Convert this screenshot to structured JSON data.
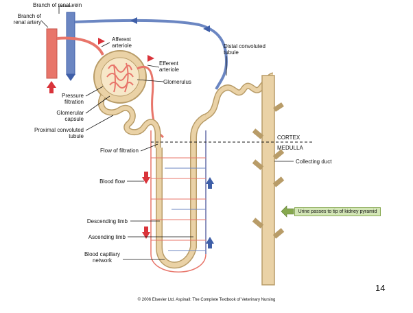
{
  "labels": {
    "renal_vein": "Branch of renal vein",
    "renal_artery_1": "Branch of",
    "renal_artery_2": "renal artery",
    "afferent_1": "Afferent",
    "afferent_2": "arteriole",
    "efferent_1": "Efferent",
    "efferent_2": "arteriole",
    "glomerulus": "Glomerulus",
    "pressure_1": "Pressure",
    "pressure_2": "filtration",
    "capsule_1": "Glomerular",
    "capsule_2": "capsule",
    "pct_1": "Proximal convoluted",
    "pct_2": "tubule",
    "flow_filtration": "Flow of filtration",
    "blood_flow": "Blood flow",
    "descending": "Descending limb",
    "ascending": "Ascending limb",
    "capillary_1": "Blood capillary",
    "capillary_2": "network",
    "dct_1": "Distal convoluted",
    "dct_2": "tubule",
    "cortex": "CORTEX",
    "medulla": "MEDULLA",
    "collecting": "Collecting duct",
    "urine": "Urine passes to tip of kidney pyramid"
  },
  "page_number": "14",
  "copyright": "© 2006 Elsevier Ltd. Aspinall: The Complete Textbook of Veterinary Nursing",
  "colors": {
    "artery": "#e8756a",
    "vein": "#6b86c2",
    "tubule": "#ead2a6",
    "tubule_edge": "#b89c68",
    "arrow_red": "#d9333a",
    "arrow_blue": "#3f5fa8",
    "urine_box": "#d3e6b6"
  }
}
